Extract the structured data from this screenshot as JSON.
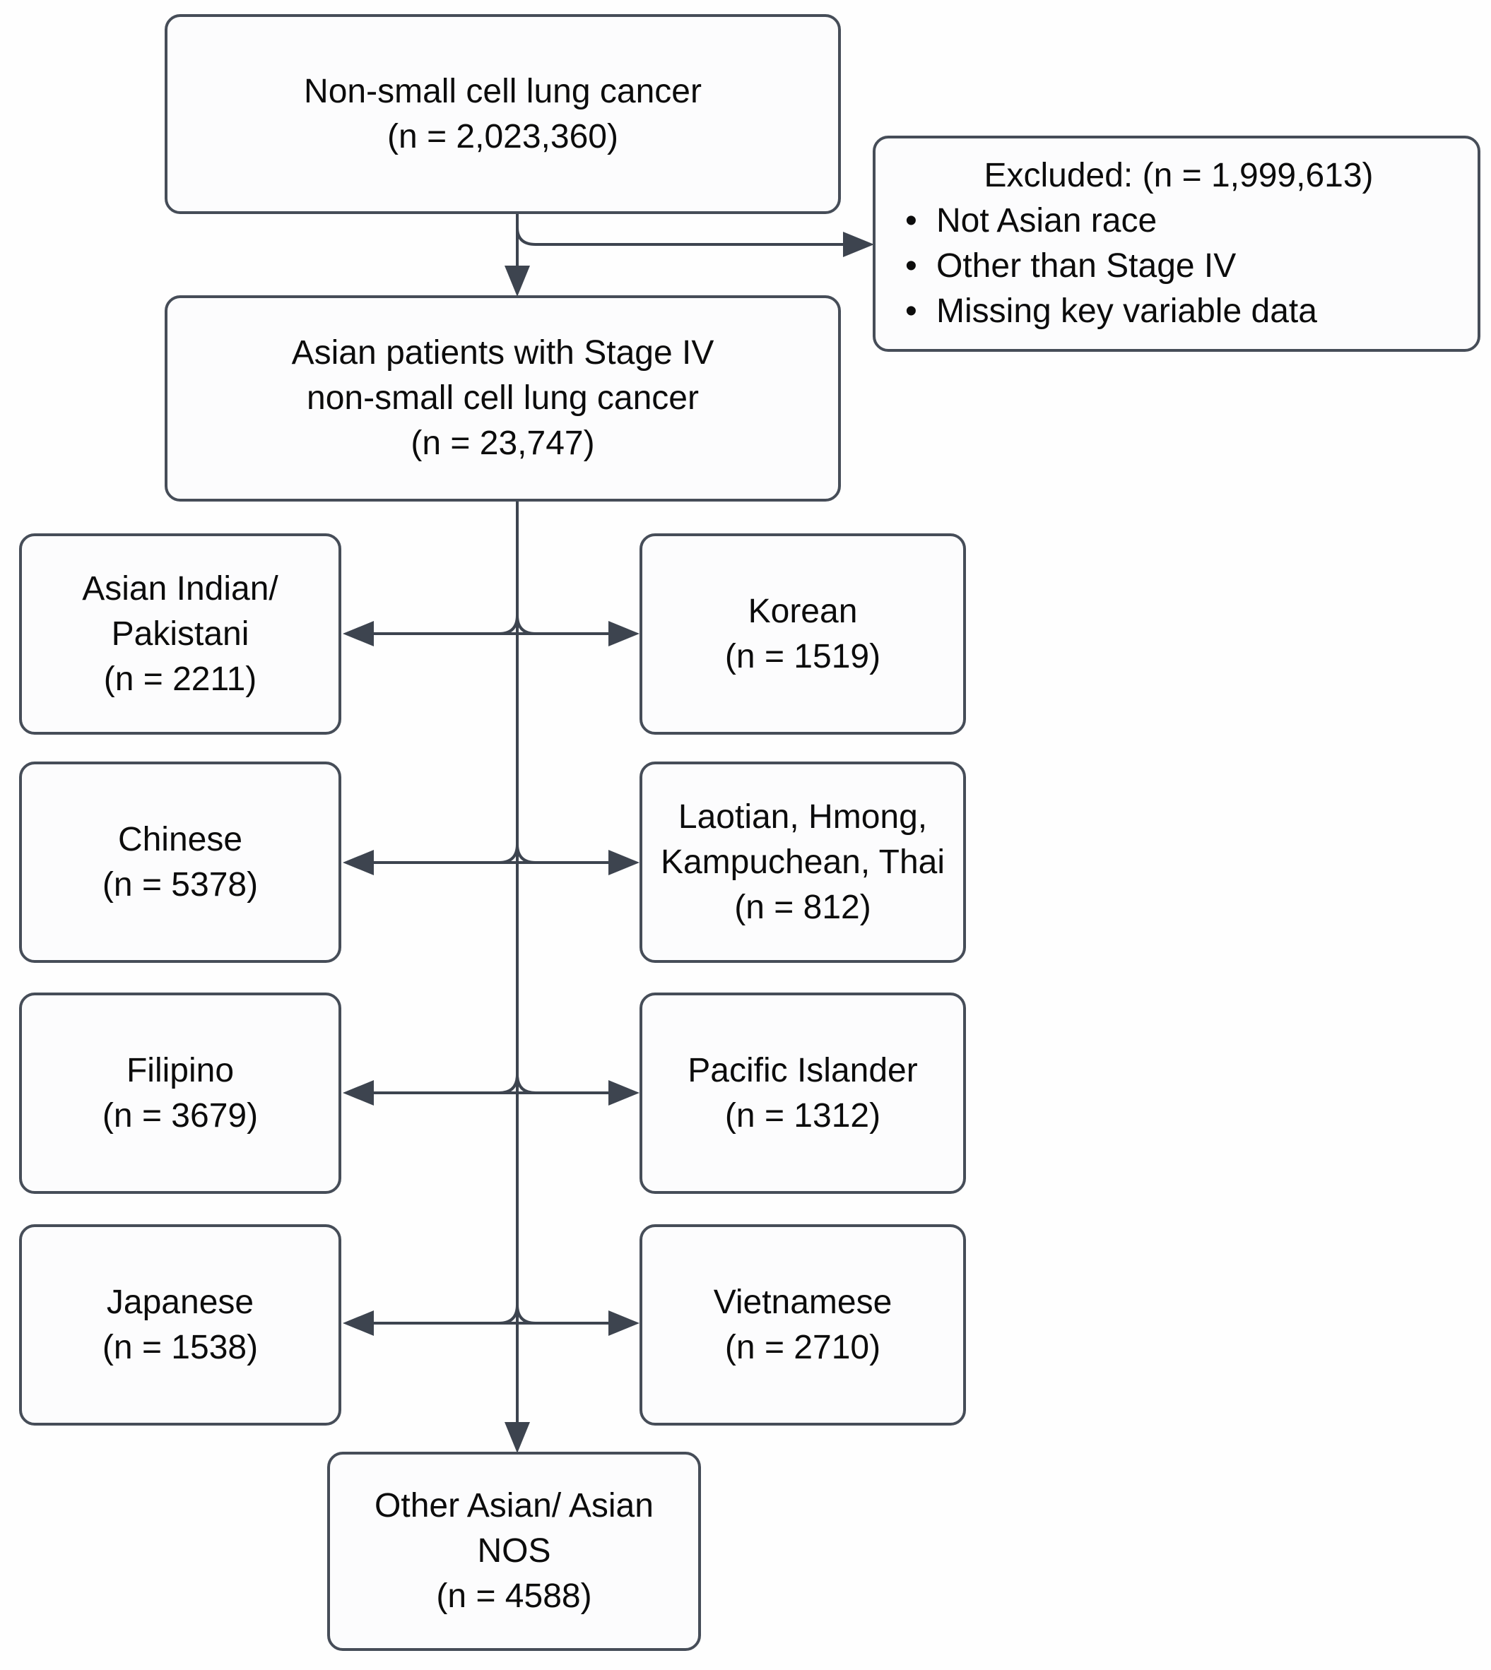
{
  "nodes": {
    "nsclc": {
      "lines": [
        "Non-small cell lung cancer",
        "(n = 2,023,360)"
      ]
    },
    "excluded": {
      "title": "Excluded: (n = 1,999,613)",
      "bullet_char": "•",
      "bullets": [
        "Not Asian race",
        "Other than Stage IV",
        "Missing key variable data"
      ]
    },
    "stage4": {
      "lines": [
        "Asian patients with Stage IV",
        "non-small cell lung cancer",
        "(n = 23,747)"
      ]
    },
    "asian_indian": {
      "lines": [
        "Asian Indian/",
        "Pakistani",
        "(n = 2211)"
      ]
    },
    "korean": {
      "lines": [
        "Korean",
        "(n = 1519)"
      ]
    },
    "chinese": {
      "lines": [
        "Chinese",
        "(n = 5378)"
      ]
    },
    "laotian": {
      "lines": [
        "Laotian, Hmong,",
        "Kampuchean, Thai",
        "(n = 812)"
      ]
    },
    "filipino": {
      "lines": [
        "Filipino",
        "(n = 3679)"
      ]
    },
    "pacific_islander": {
      "lines": [
        "Pacific Islander",
        "(n = 1312)"
      ]
    },
    "japanese": {
      "lines": [
        "Japanese",
        "(n = 1538)"
      ]
    },
    "vietnamese": {
      "lines": [
        "Vietnamese",
        "(n = 2710)"
      ]
    },
    "other_asian": {
      "lines": [
        "Other Asian/ Asian",
        "NOS",
        "(n = 4588)"
      ]
    }
  },
  "colors": {
    "connector": "#3d444f",
    "box_border": "#464d58",
    "box_fill": "#fcfcfd",
    "text": "#0c0c0c",
    "background": "#fefefe"
  }
}
